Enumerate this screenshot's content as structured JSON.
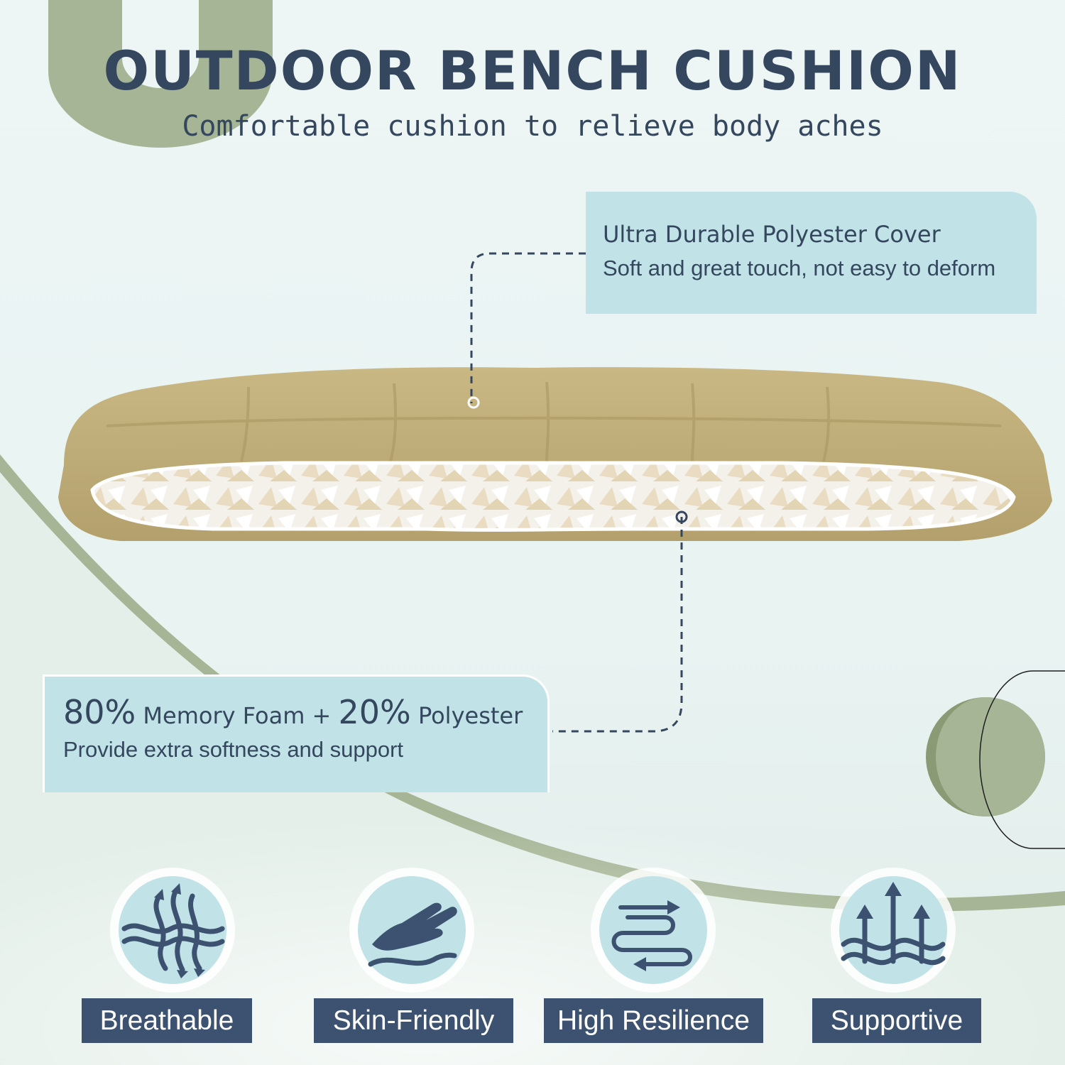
{
  "header": {
    "title": "OUTDOOR BENCH CUSHION",
    "subtitle": "Comfortable cushion to relieve body aches"
  },
  "callouts": {
    "cover": {
      "heading": "Ultra Durable Polyester Cover",
      "text": "Soft and great touch, not easy to deform"
    },
    "filling": {
      "pct1": "80%",
      "mat1": " Memory Foam + ",
      "pct2": "20%",
      "mat2": " Polyester",
      "text": "Provide extra softness and support"
    }
  },
  "features": [
    {
      "label": "Breathable",
      "icon": "airflow-wave-icon"
    },
    {
      "label": "Skin-Friendly",
      "icon": "hand-touch-icon"
    },
    {
      "label": "High Resilience",
      "icon": "rebound-arrows-icon"
    },
    {
      "label": "Supportive",
      "icon": "upward-arrows-wave-icon"
    }
  ],
  "colors": {
    "navy": "#34475e",
    "label_bg": "#3c5270",
    "callout_bg": "#c1e3e7",
    "sage": "#a6b596",
    "cushion": "#bfad78"
  }
}
